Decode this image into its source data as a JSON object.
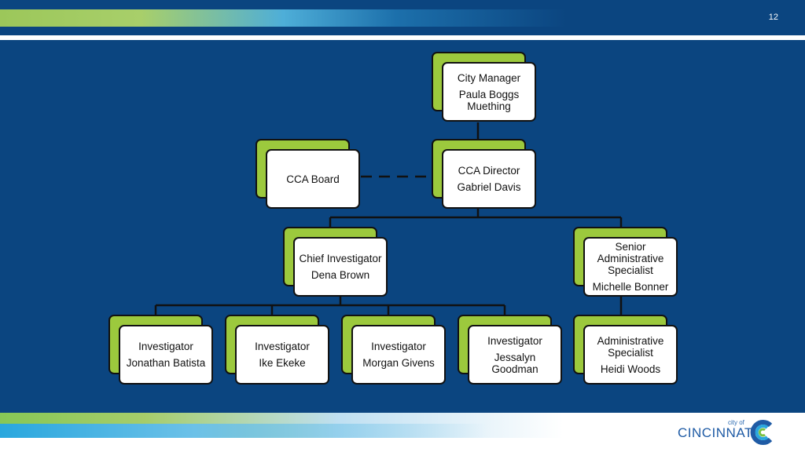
{
  "page_number": "12",
  "logo": {
    "small_text": "city of",
    "word": "CINCINNATI"
  },
  "colors": {
    "background_blue": "#0b4580",
    "accent_green": "#9cc93d",
    "box_fill": "#ffffff"
  },
  "org_chart": {
    "city_manager": {
      "title": "City Manager",
      "name": "Paula Boggs Muething"
    },
    "cca_board": {
      "title": "CCA Board"
    },
    "cca_director": {
      "title": "CCA Director",
      "name": "Gabriel Davis"
    },
    "chief_investigator": {
      "title": "Chief Investigator",
      "name": "Dena Brown"
    },
    "senior_admin": {
      "title": "Senior Administrative Specialist",
      "name": "Michelle Bonner"
    },
    "investigators": [
      {
        "title": "Investigator",
        "name": "Jonathan Batista"
      },
      {
        "title": "Investigator",
        "name": "Ike Ekeke"
      },
      {
        "title": "Investigator",
        "name": "Morgan Givens"
      },
      {
        "title": "Investigator",
        "name": "Jessalyn Goodman"
      }
    ],
    "admin_specialist": {
      "title": "Administrative Specialist",
      "name": "Heidi Woods"
    }
  }
}
